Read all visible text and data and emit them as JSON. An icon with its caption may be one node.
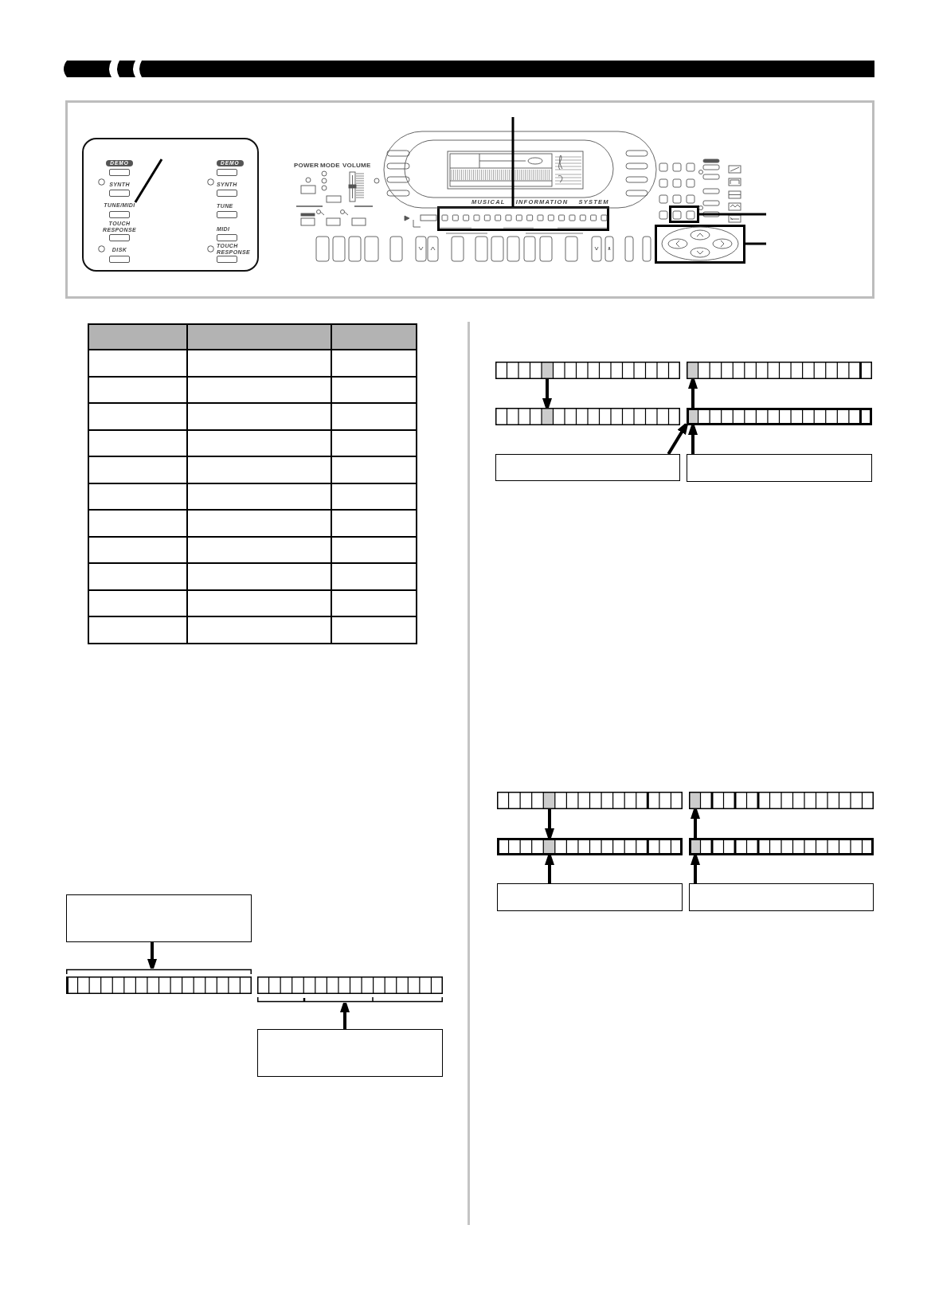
{
  "diagram": {
    "nodes": [
      {
        "text": [],
        "shape": "box"
      },
      {
        "text": [],
        "shape": "box",
        "in": 0
      },
      {
        "text": [
          "DEMO"
        ],
        "in": 1
      },
      {
        "text": [
          "DEMO"
        ],
        "in": 1
      },
      {
        "text": [
          "SYNTH"
        ],
        "in": 1
      },
      {
        "text": [
          "SYNTH"
        ],
        "in": 1
      },
      {
        "text": [
          "TUNE/MIDI"
        ],
        "in": 1
      },
      {
        "text": [
          "TUNE"
        ],
        "in": 1
      },
      {
        "text": [
          "TOUCH RESPONSE"
        ],
        "in": 1
      },
      {
        "text": [
          "MIDI"
        ],
        "in": 1
      },
      {
        "text": [
          "DISK"
        ],
        "in": 1
      },
      {
        "text": [
          "TOUCH RESPONSE"
        ],
        "in": 1
      },
      {
        "text": [],
        "shape": "box",
        "in": 0
      },
      {
        "text": [],
        "shape": "box",
        "in": 0
      },
      {
        "text": [],
        "shape": "box",
        "in": 0
      },
      {
        "text": [],
        "shape": "box"
      },
      {
        "text": [],
        "shape": "bar"
      },
      {
        "text": [],
        "shape": "bar"
      },
      {
        "text": [],
        "shape": "box"
      },
      {
        "text": [],
        "shape": "bar"
      },
      {
        "text": [],
        "shape": "bar"
      },
      {
        "text": [],
        "shape": "bar"
      },
      {
        "text": [],
        "shape": "bar"
      },
      {
        "text": [],
        "shape": "box"
      },
      {
        "text": [],
        "shape": "box"
      },
      {
        "text": [],
        "shape": "bar"
      },
      {
        "text": [],
        "shape": "bar"
      },
      {
        "text": [],
        "shape": "bar"
      },
      {
        "text": [],
        "shape": "bar"
      },
      {
        "text": [],
        "shape": "box"
      },
      {
        "text": [],
        "shape": "box"
      }
    ],
    "edges": [
      {
        "from": null,
        "to": 6,
        "arrow": "none"
      },
      {
        "from": null,
        "to": 12,
        "arrow": "none"
      },
      {
        "from": null,
        "to": 13,
        "arrow": "none"
      },
      {
        "from": null,
        "to": 14,
        "arrow": "none"
      },
      {
        "from": 15,
        "to": 16,
        "arrow": "to"
      },
      {
        "from": 18,
        "to": 17,
        "arrow": "to"
      },
      {
        "from": 19,
        "to": 21,
        "arrow": "to"
      },
      {
        "from": 22,
        "to": 20,
        "arrow": "to"
      },
      {
        "from": 23,
        "to": 22,
        "arrow": "to"
      },
      {
        "from": 24,
        "to": 22,
        "arrow": "to"
      },
      {
        "from": 25,
        "to": 27,
        "arrow": "to"
      },
      {
        "from": 28,
        "to": 26,
        "arrow": "to"
      },
      {
        "from": 29,
        "to": 27,
        "arrow": "to"
      },
      {
        "from": 30,
        "to": 28,
        "arrow": "to"
      }
    ],
    "labels": [
      "POWER",
      "MODE",
      "VOLUME",
      "MUSICAL INFORMATION SYSTEM"
    ]
  }
}
